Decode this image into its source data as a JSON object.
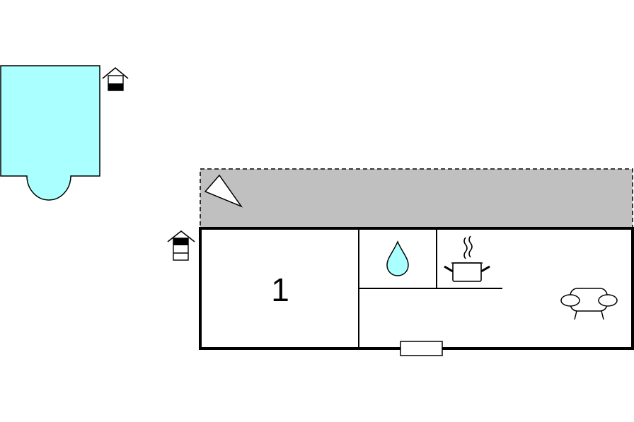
{
  "floorplan": {
    "rooms": [
      {
        "id": "bedroom-1",
        "label": "1"
      },
      {
        "id": "bathroom",
        "label": ""
      },
      {
        "id": "living-kitchen",
        "label": ""
      }
    ],
    "icons": {
      "pool": "pool-shape",
      "pool_floor_marker": "house-floor-marker-icon",
      "building_floor_marker": "house-floor-marker-icon",
      "terrace_compass": "triangle-pointer-icon",
      "bathroom": "water-drop-icon",
      "kitchen": "cooking-pot-icon",
      "living": "sofa-icon",
      "entrance": "door-icon"
    },
    "colors": {
      "pool": "#aaffff",
      "terrace": "#c0c0c0",
      "walls": "#000000",
      "background": "#ffffff"
    }
  }
}
